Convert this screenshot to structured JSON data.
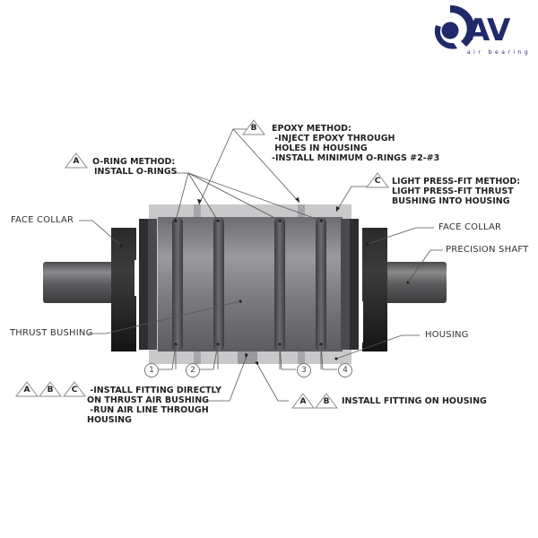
{
  "logo": {
    "brand": "AV",
    "tagline": "air bearing",
    "color": "#1f2a6b"
  },
  "parts": {
    "face_collar_left": "FACE COLLAR",
    "face_collar_right": "FACE COLLAR",
    "precision_shaft": "PRECISION SHAFT",
    "thrust_bushing": "THRUST BUSHING",
    "housing": "HOUSING"
  },
  "methods": {
    "a": {
      "marker": "A",
      "lines": [
        "O-RING METHOD:",
        "INSTALL O-RINGS"
      ]
    },
    "b": {
      "marker": "B",
      "lines": [
        "EPOXY METHOD:",
        " -INJECT EPOXY THROUGH",
        " HOLES IN HOUSING",
        "-INSTALL MINIMUM O-RINGS #2-#3"
      ]
    },
    "c": {
      "marker": "C",
      "lines": [
        "LIGHT PRESS-FIT METHOD:",
        "LIGHT PRESS-FIT THRUST",
        "BUSHING INTO HOUSING"
      ]
    }
  },
  "fittings": {
    "direct": {
      "markers": [
        "A",
        "B",
        "C"
      ],
      "lines": [
        " -INSTALL FITTING DIRECTLY",
        "ON THRUST AIR BUSHING",
        " -RUN AIR LINE THROUGH",
        "HOUSING"
      ]
    },
    "housing": {
      "markers": [
        "A",
        "B"
      ],
      "text": "INSTALL FITTING ON HOUSING"
    }
  },
  "o_ring_numbers": [
    "1",
    "2",
    "3",
    "4"
  ],
  "colors": {
    "housing": "#c9c9cc",
    "bushing": "#8a8a8e",
    "oring": "#55555a",
    "collar": "#1e1e1e",
    "shaft": "#5e5e60"
  }
}
